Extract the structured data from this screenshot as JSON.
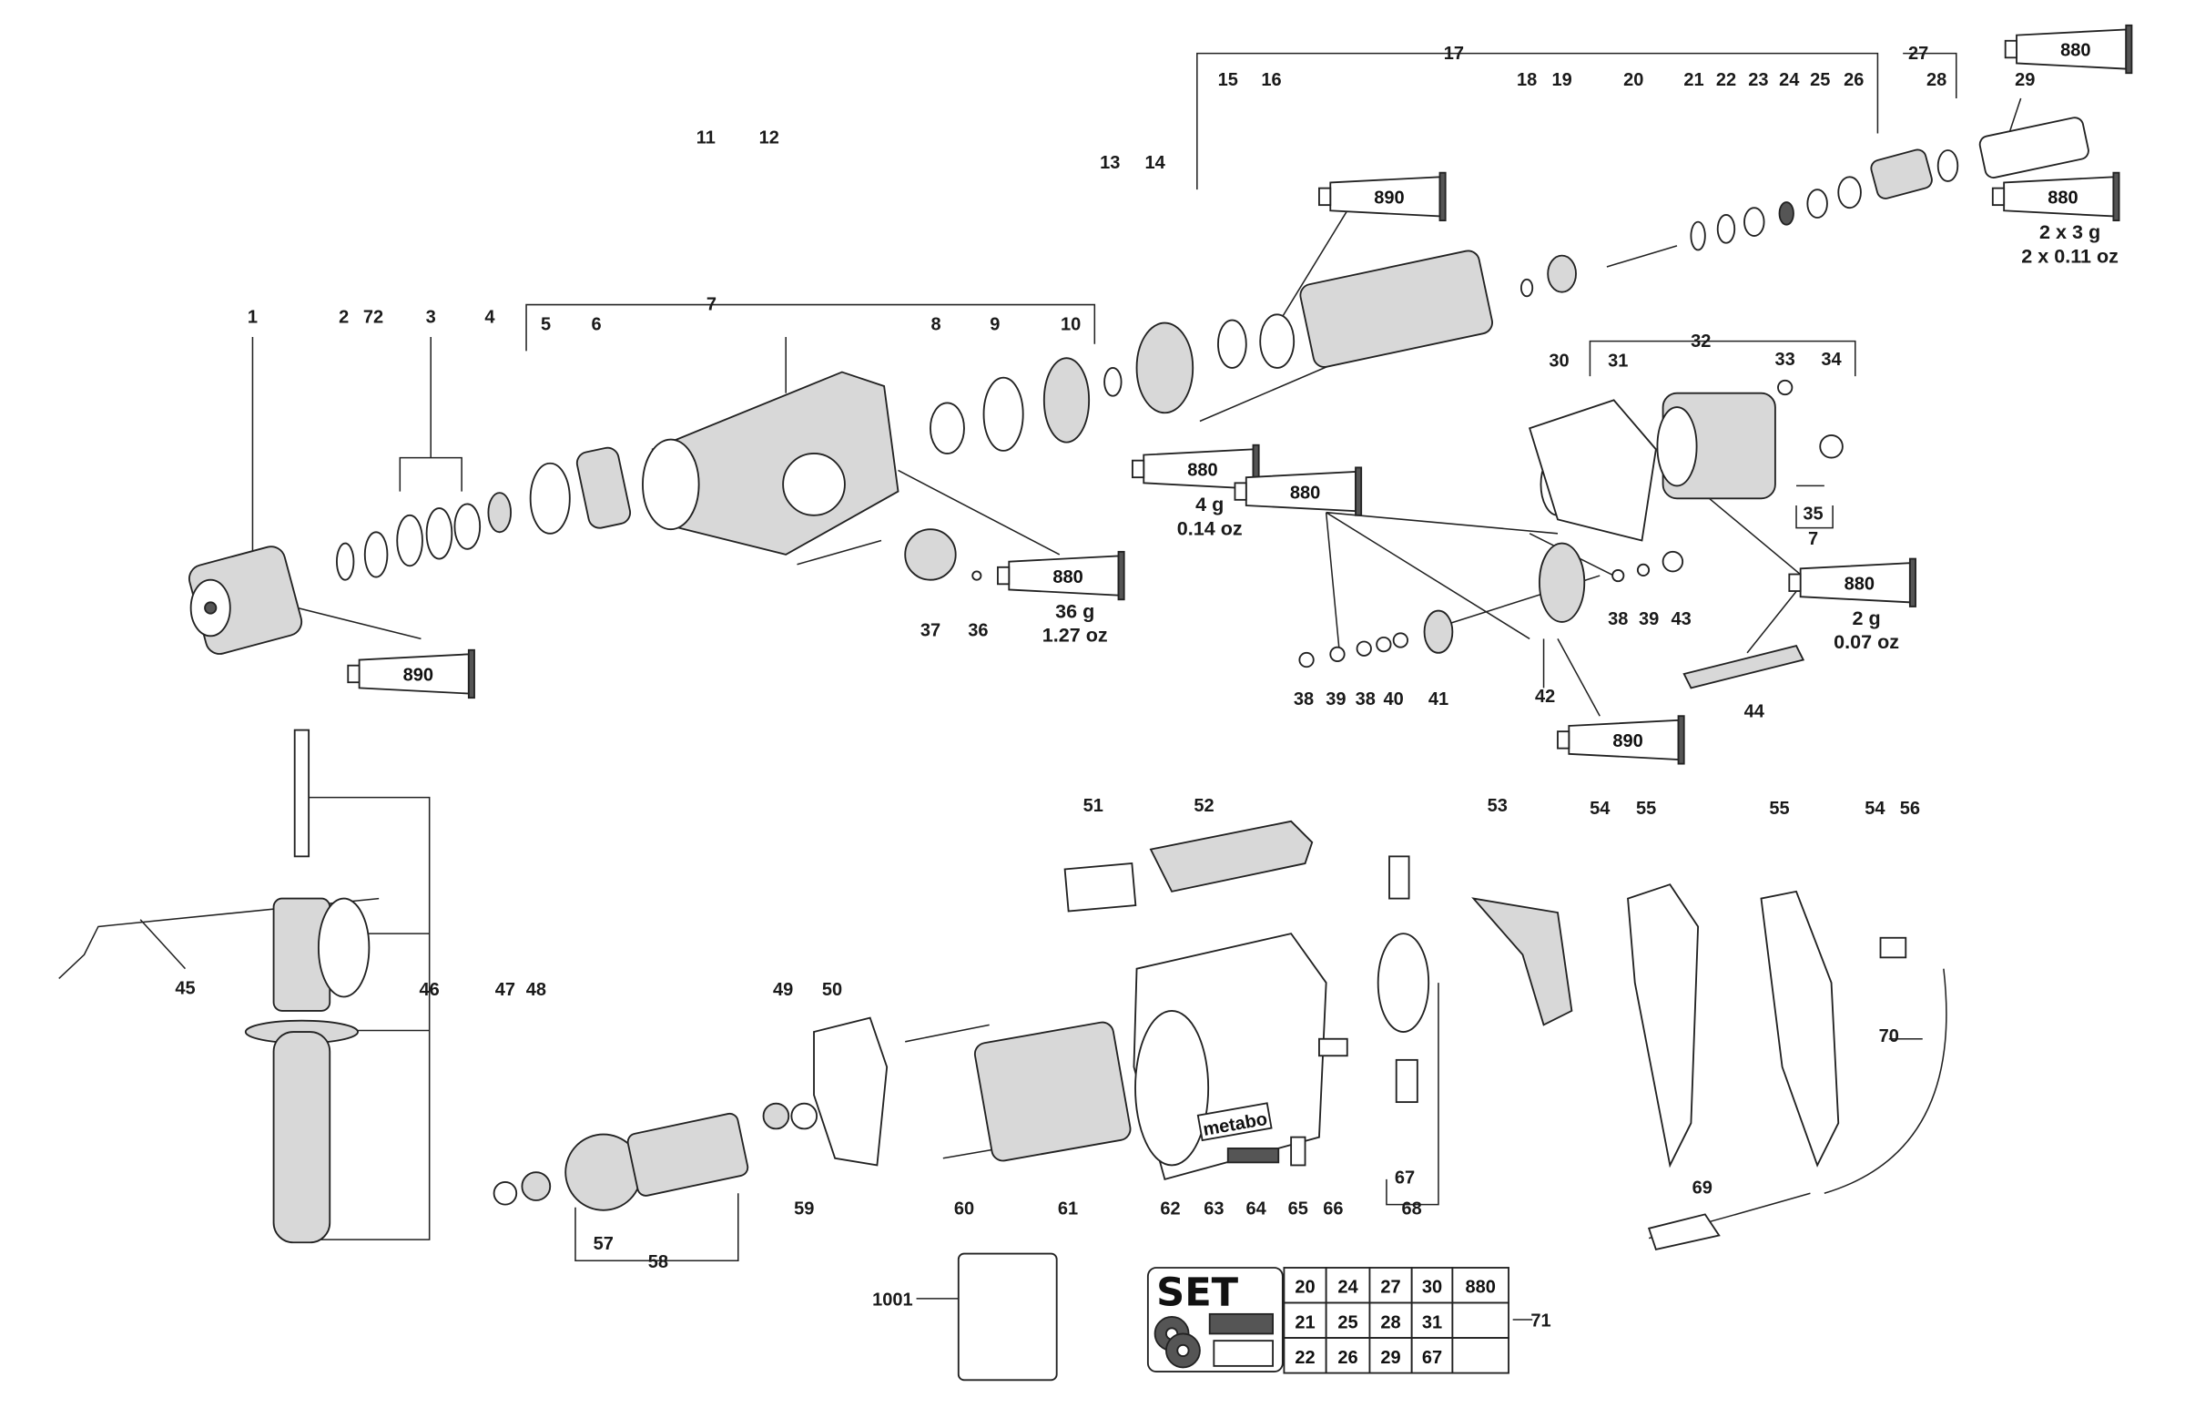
{
  "callouts": [
    "1",
    "2",
    "72",
    "3",
    "4",
    "5",
    "6",
    "7",
    "8",
    "9",
    "10",
    "11",
    "12",
    "13",
    "14",
    "15",
    "16",
    "17",
    "18",
    "19",
    "20",
    "21",
    "22",
    "23",
    "24",
    "25",
    "26",
    "27",
    "28",
    "29",
    "30",
    "31",
    "32",
    "33",
    "34",
    "35",
    "7",
    "36",
    "37",
    "38",
    "39",
    "38",
    "40",
    "41",
    "42",
    "43",
    "38",
    "39",
    "44",
    "45",
    "46",
    "47",
    "48",
    "49",
    "50",
    "51",
    "52",
    "53",
    "54",
    "55",
    "55",
    "54",
    "56",
    "57",
    "58",
    "59",
    "60",
    "61",
    "62",
    "63",
    "64",
    "65",
    "66",
    "67",
    "68",
    "69",
    "70",
    "71",
    "1001"
  ],
  "tubes": [
    {
      "code": "890",
      "qty": []
    },
    {
      "code": "880",
      "qty": [
        "36 g",
        "1.27 oz"
      ]
    },
    {
      "code": "880",
      "qty": [
        "4 g",
        "0.14 oz"
      ]
    },
    {
      "code": "880",
      "qty": []
    },
    {
      "code": "890",
      "qty": []
    },
    {
      "code": "880",
      "qty": []
    },
    {
      "code": "880",
      "qty": [
        "2 x 3 g",
        "2 x 0.11 oz"
      ]
    },
    {
      "code": "880",
      "qty": [
        "2 g",
        "0.07 oz"
      ]
    },
    {
      "code": "890",
      "qty": []
    }
  ],
  "brand_label": "metabo",
  "set_table": {
    "title": "SET",
    "rows": [
      [
        "20",
        "24",
        "27",
        "30",
        "880"
      ],
      [
        "21",
        "25",
        "28",
        "31",
        ""
      ],
      [
        "22",
        "26",
        "29",
        "67",
        ""
      ]
    ],
    "callout": "71"
  },
  "colors": {
    "line": "#222222",
    "background": "#ffffff"
  }
}
